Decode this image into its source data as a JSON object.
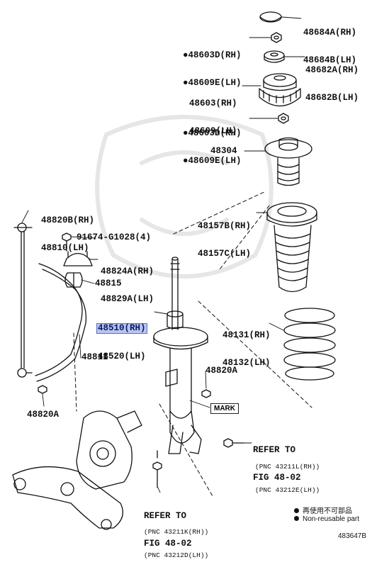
{
  "labels": {
    "p48684": [
      "48684A(RH)",
      "48684B(LH)"
    ],
    "p48603a": [
      "●48603D(RH)",
      "●48609E(LH)"
    ],
    "p48682": [
      "48682A(RH)",
      "48682B(LH)"
    ],
    "p48603b": [
      "48603(RH)",
      "48609(LH)"
    ],
    "p48603c": [
      "●48603D(RH)",
      "●48609E(LH)"
    ],
    "p48304": "48304",
    "p48157": [
      "48157B(RH)",
      "48157C(LH)"
    ],
    "p48820b": [
      "48820B(RH)",
      "48810(LH)"
    ],
    "p91674": "91674-G1028(4)",
    "p48824": [
      "48824A(RH)",
      "48829A(LH)"
    ],
    "p48815": "48815",
    "p48510": [
      "48510(RH)",
      "48520(LH)"
    ],
    "p48131": [
      "48131(RH)",
      "48132(LH)"
    ],
    "p48811": "48811",
    "p48820a_right": "48820A",
    "p48820a_left": "48820A",
    "mark": "MARK",
    "refer_right": [
      "REFER TO",
      "FIG 48-02"
    ],
    "refer_right_pnc": [
      "(PNC 43211L(RH))",
      "(PNC 43212E(LH))"
    ],
    "refer_bottom": [
      "REFER TO",
      "FIG 48-02"
    ],
    "refer_bottom_pnc": [
      "(PNC 43211K(RH))",
      "(PNC 43212D(LH))"
    ]
  },
  "legend": {
    "jp": "再使用不可部品",
    "en": "Non-reusable part"
  },
  "figure_id": "483647B",
  "highlight_color": "#b9c6ef"
}
